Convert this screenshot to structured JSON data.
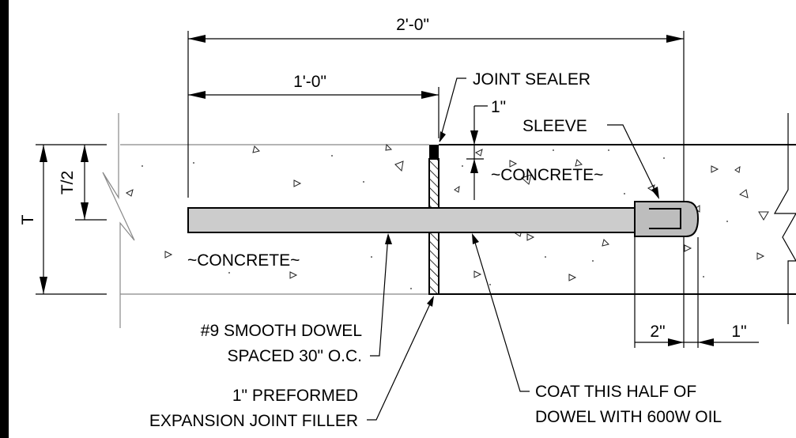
{
  "labels": {
    "overall_dim": "2'-0\"",
    "half_dim": "1'-0\"",
    "joint_sealer": "JOINT SEALER",
    "one_inch_top": "1\"",
    "sleeve": "SLEEVE",
    "concrete_right": "~CONCRETE~",
    "concrete_left": "~CONCRETE~",
    "thickness": "T",
    "half_thickness": "T/2",
    "dowel_line1": "#9 SMOOTH DOWEL",
    "dowel_line2": "SPACED 30\" O.C.",
    "filler_line1": "1\" PREFORMED",
    "filler_line2": "EXPANSION JOINT FILLER",
    "coat_line1": "COAT THIS HALF OF",
    "coat_line2": "DOWEL WITH 600W OIL",
    "dim_two_inch": "2\"",
    "dim_one_inch_bottom": "1\""
  },
  "colors": {
    "dowel_fill": "#cccccc",
    "sleeve_fill": "#bdbdbd",
    "concrete_edge": "#999999",
    "ink": "#000000"
  }
}
